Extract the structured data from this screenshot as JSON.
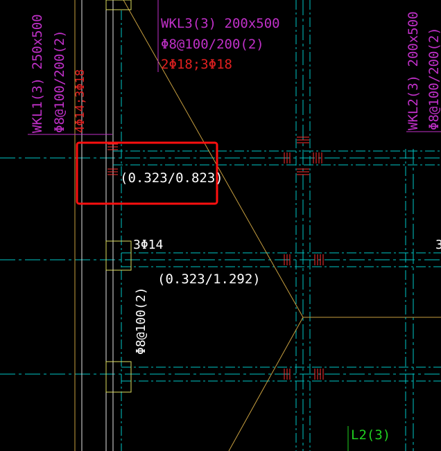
{
  "colors": {
    "background": "#000000",
    "beam_outline": "#e6e6e6",
    "centerline": "#00c8c8",
    "magenta_label": "#c030c8",
    "red_label": "#e02020",
    "rebar_marks": "#ff3030",
    "diagonal": "#c8a040",
    "column_fill_stroke": "#e0e060",
    "highlight_box": "#ff1010",
    "green_label": "#20d020",
    "white_text": "#ffffff"
  },
  "beams": {
    "wkl3": {
      "line1": "WKL3(3) 200x500",
      "line2": "Φ8@100/200(2)",
      "line3": "2Φ18;3Φ18"
    },
    "wkl1": {
      "line1": "WKL1(3) 250x500",
      "line2": "Φ8@100/200(2)",
      "line3": "4Φ14;3Φ18"
    },
    "wkl2": {
      "line1": "WKL2(3) 200x500",
      "line2": "Φ8@100/200(2)"
    },
    "l2": {
      "label": "L2(3)"
    }
  },
  "annotations": {
    "highlighted_value": "(0.323/0.823)",
    "lower_value": "(0.323/1.292)",
    "rebar_3phi14": "3Φ14",
    "stirrup_vertical": "Φ8@100(2)",
    "edge_mark": "3"
  }
}
